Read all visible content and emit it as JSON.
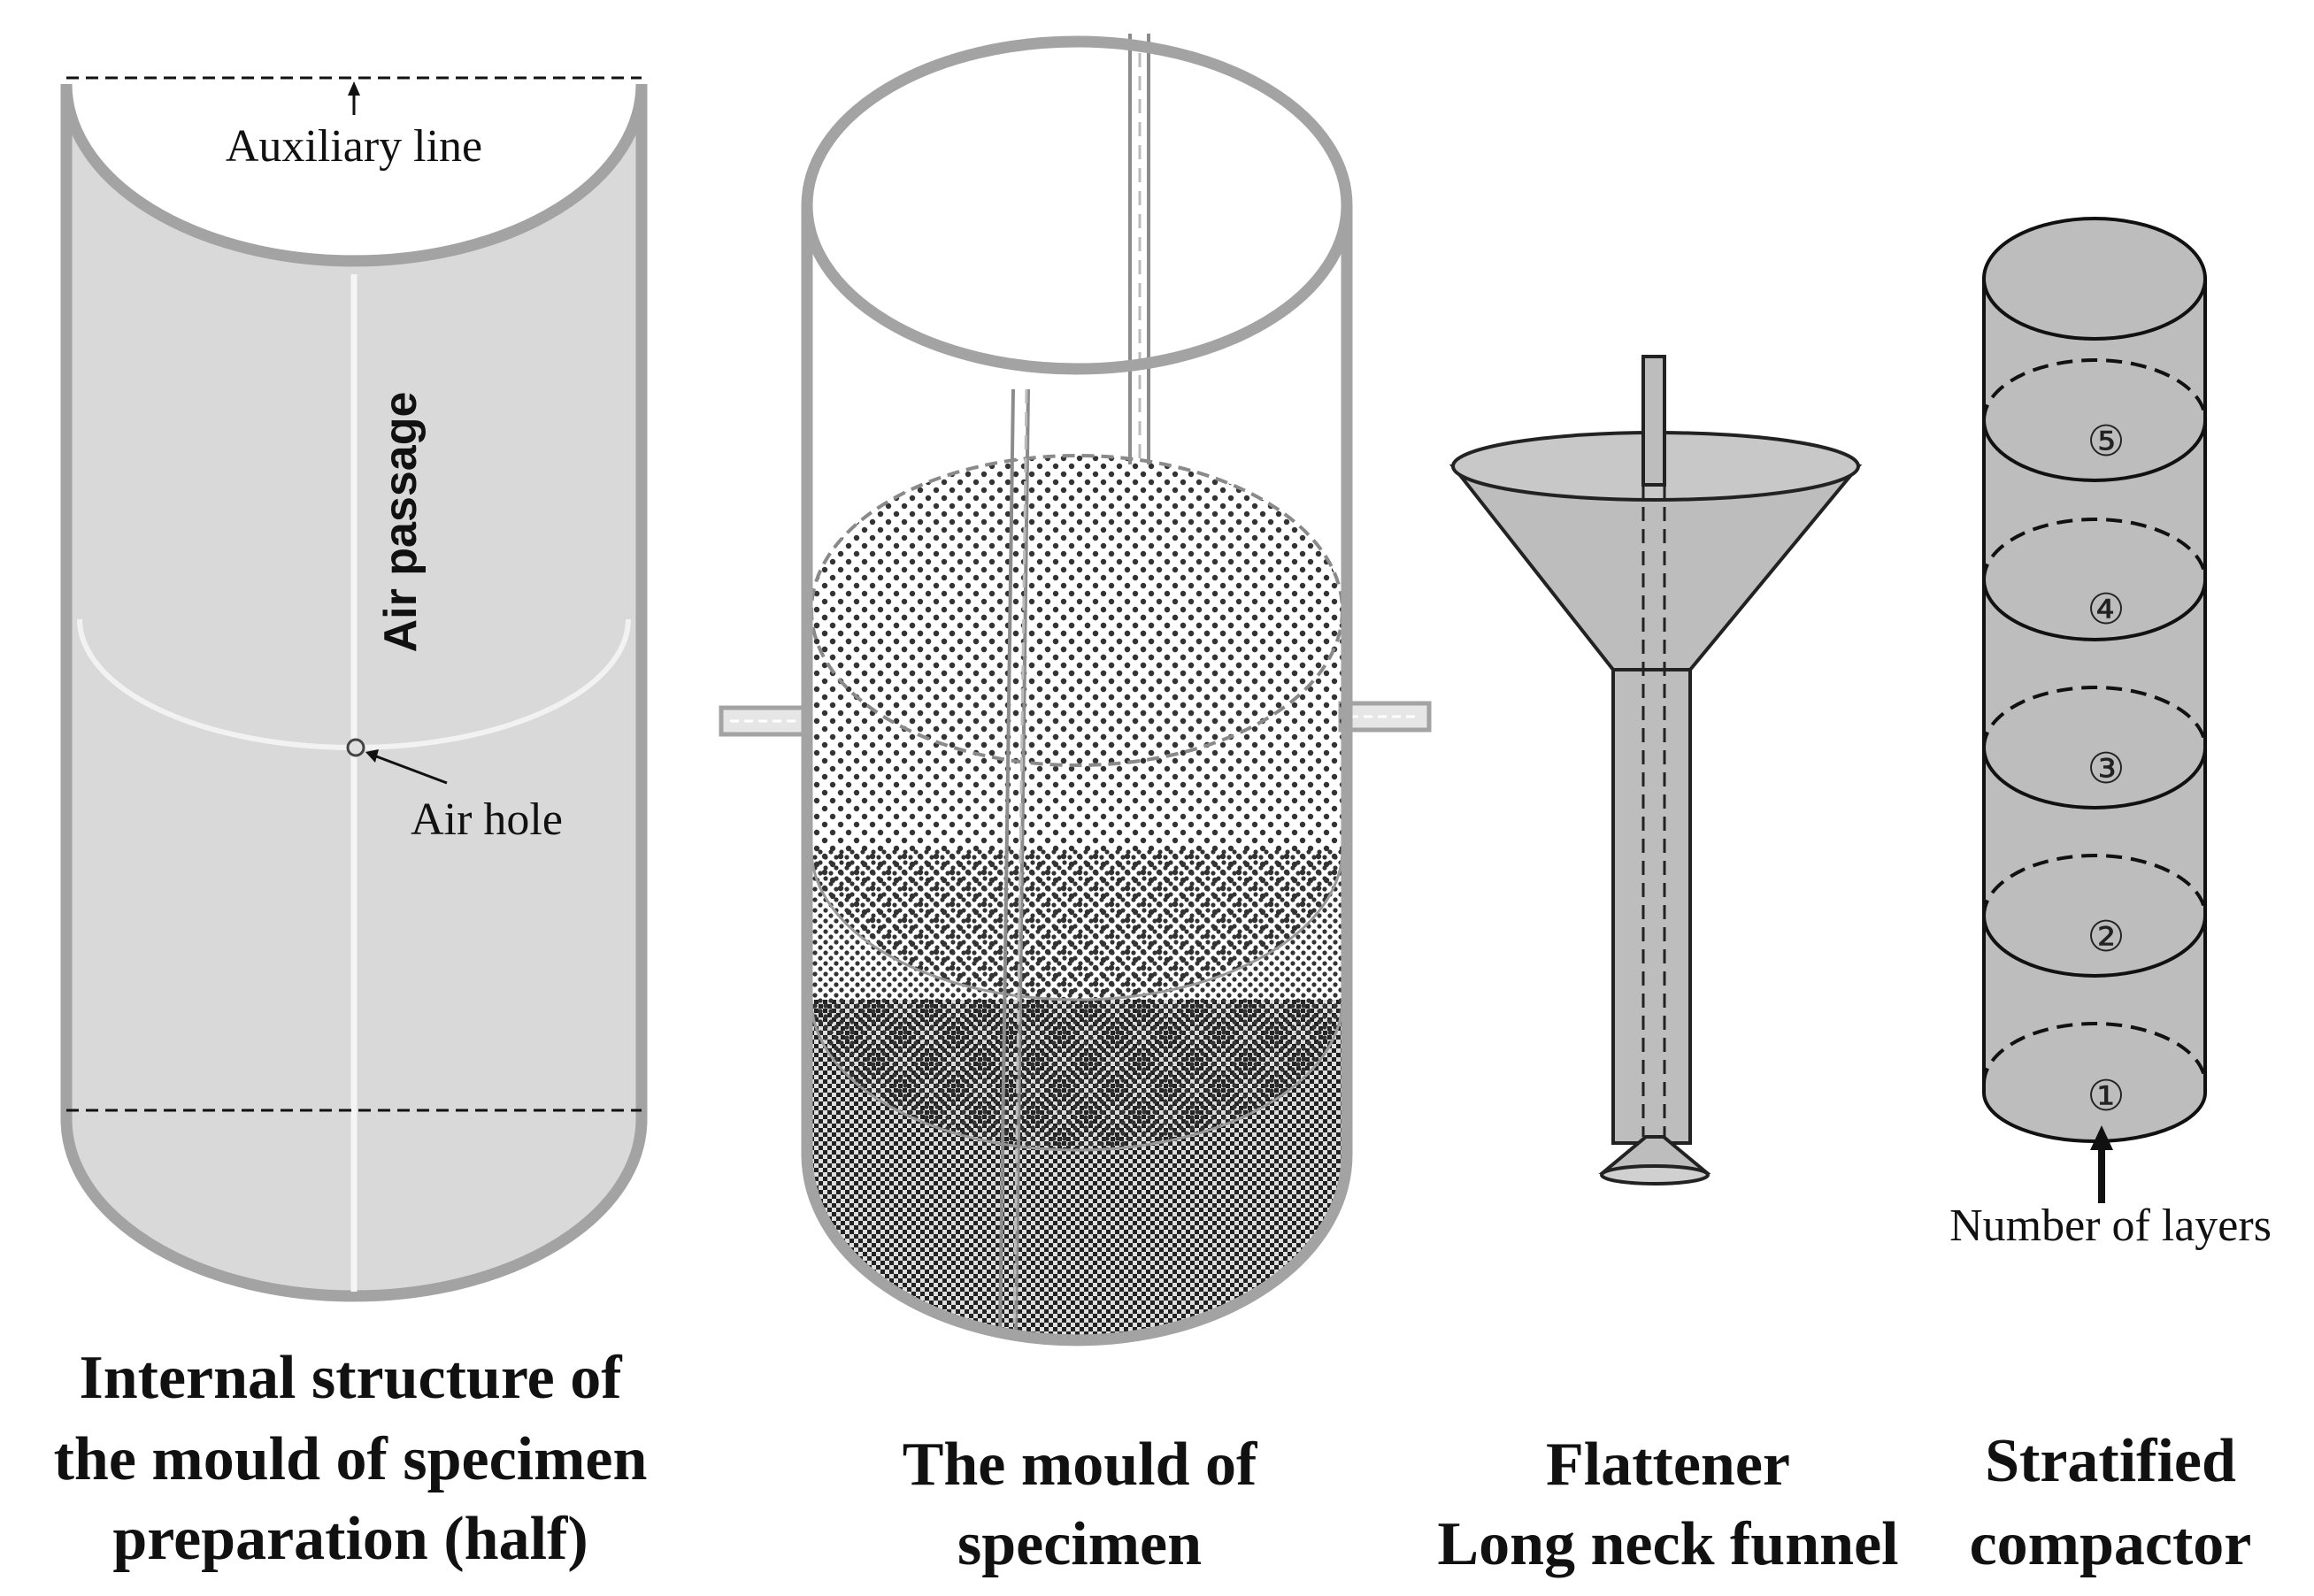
{
  "annotations": {
    "auxiliary_line": "Auxiliary line",
    "air_passage": "Air passage",
    "air_hole": "Air hole",
    "number_of_layers": "Number of layers"
  },
  "layers": [
    "①",
    "②",
    "③",
    "④",
    "⑤"
  ],
  "captions": {
    "internal_structure": [
      "Internal structure of",
      "the mould of specimen",
      "preparation (half)"
    ],
    "mould": [
      "The mould of",
      "specimen"
    ],
    "flattener": [
      "Flattener",
      "Long neck funnel"
    ],
    "compactor": [
      "Stratified",
      "compactor"
    ]
  },
  "colors": {
    "outline": "#9e9e9e",
    "fill_light": "#d9d9d9",
    "fill_mid": "#bdbdbd",
    "text": "#111111"
  }
}
